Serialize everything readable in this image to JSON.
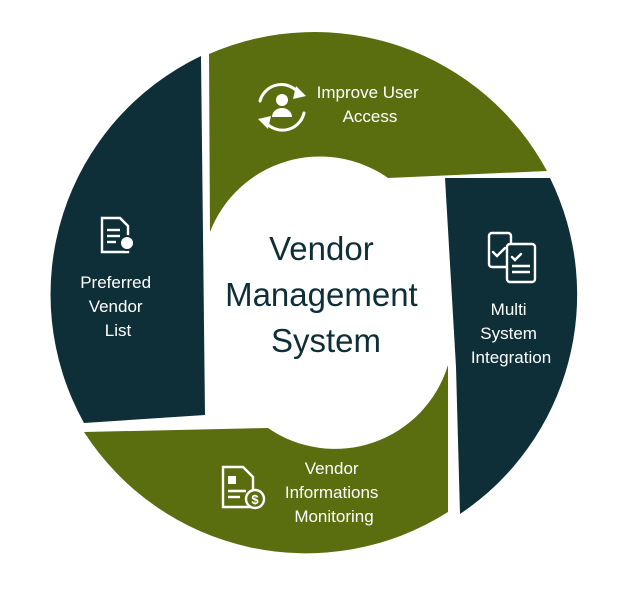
{
  "center": {
    "lines": [
      "Vendor",
      "Management",
      "System"
    ]
  },
  "segments": [
    {
      "id": "top",
      "lines": [
        "Improve User",
        "Access"
      ],
      "icon": "refresh-user-icon"
    },
    {
      "id": "right",
      "lines": [
        "Multi",
        "System",
        "Integration"
      ],
      "icon": "devices-icon"
    },
    {
      "id": "bottom",
      "lines": [
        "Vendor",
        "Informations",
        "Monitoring"
      ],
      "icon": "document-dollar-icon"
    },
    {
      "id": "left",
      "lines": [
        "Preferred",
        "Vendor",
        "List"
      ],
      "icon": "document-user-icon"
    }
  ],
  "colors": {
    "olive": "#5a6e10",
    "navy": "#0f2f38",
    "background": "#ffffff"
  }
}
